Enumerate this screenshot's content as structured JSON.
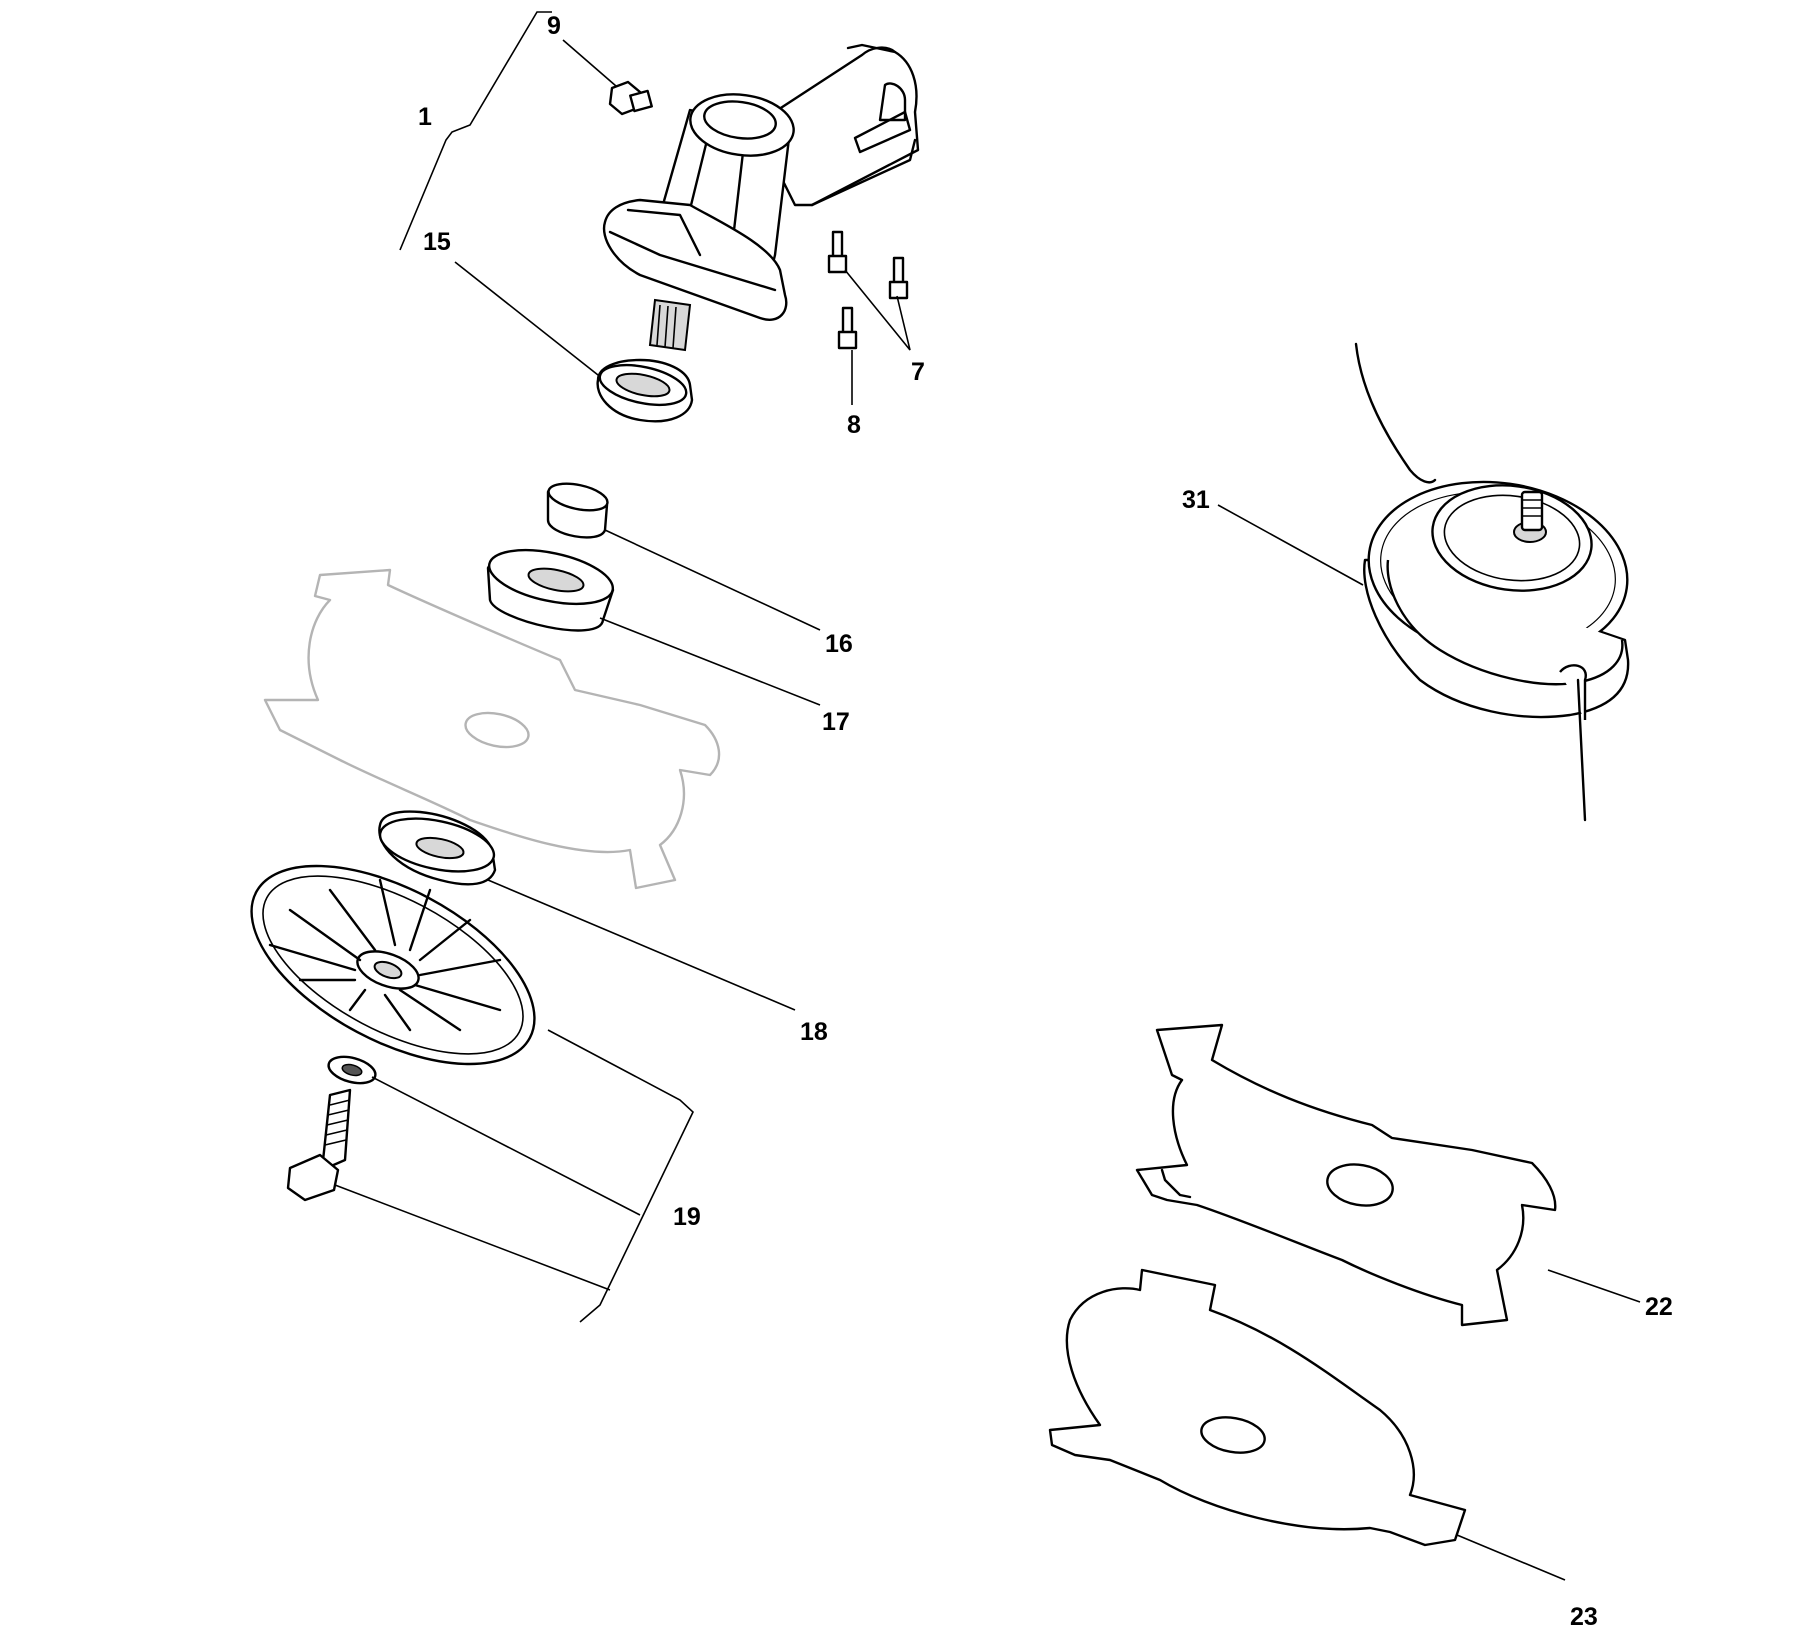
{
  "callouts": {
    "c1": "1",
    "c7": "7",
    "c8": "8",
    "c9": "9",
    "c15": "15",
    "c16": "16",
    "c17": "17",
    "c18": "18",
    "c19": "19",
    "c22": "22",
    "c23": "23",
    "c31": "31"
  }
}
